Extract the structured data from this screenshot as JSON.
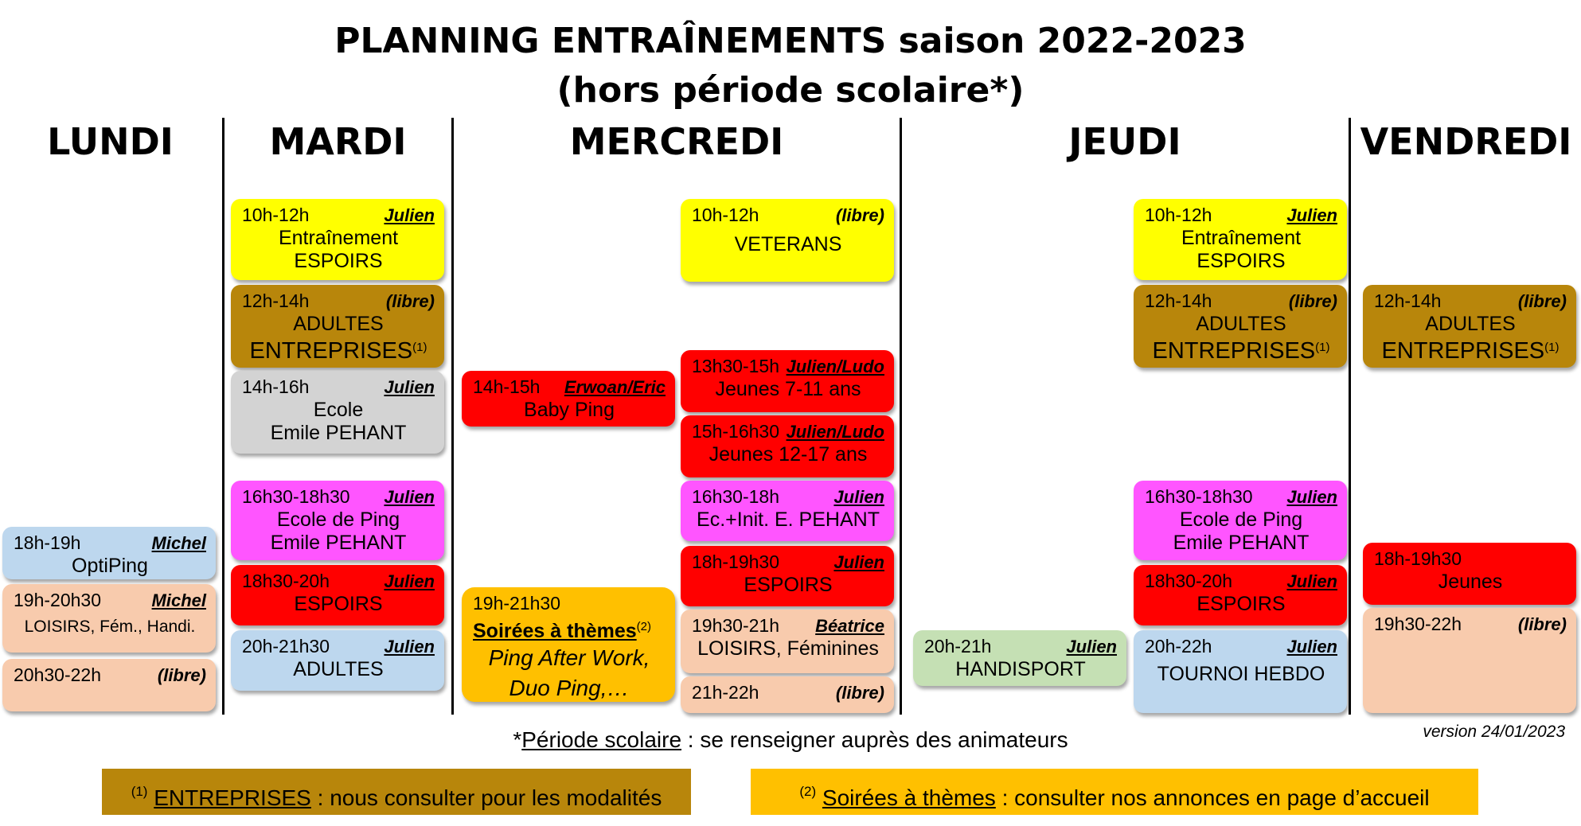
{
  "title": {
    "line1": "PLANNING ENTRAÎNEMENTS saison 2022-2023",
    "line2": "(hors période scolaire*)"
  },
  "days": {
    "mon": "LUNDI",
    "tue": "MARDI",
    "wed": "MERCREDI",
    "thu": "JEUDI",
    "fri": "VENDREDI"
  },
  "slots": {
    "mon_1": {
      "time": "18h-19h",
      "coach": "Michel",
      "text": "OptiPing"
    },
    "mon_2": {
      "time": "19h-20h30",
      "coach": "Michel",
      "text": "LOISIRS, Fém., Handi."
    },
    "mon_3": {
      "time": "20h30-22h",
      "coach": "(libre)"
    },
    "tue_1": {
      "time": "10h-12h",
      "coach": "Julien",
      "line1": "Entraînement",
      "line2": "ESPOIRS"
    },
    "tue_2": {
      "time": "12h-14h",
      "coach": "(libre)",
      "line1": "ADULTES",
      "line2": "ENTREPRISES",
      "sup": "(1)"
    },
    "tue_3": {
      "time": "14h-16h",
      "coach": "Julien",
      "line1": "Ecole",
      "line2": "Emile PEHANT"
    },
    "tue_4": {
      "time": "16h30-18h30",
      "coach": "Julien",
      "line1": "Ecole de Ping",
      "line2": "Emile PEHANT"
    },
    "tue_5": {
      "time": "18h30-20h",
      "coach": "Julien",
      "text": "ESPOIRS"
    },
    "tue_6": {
      "time": "20h-21h30",
      "coach": "Julien",
      "text": "ADULTES"
    },
    "wed_1": {
      "time": "14h-15h",
      "coach": "Erwoan/Eric",
      "text": "Baby Ping"
    },
    "wed_2": {
      "time": "19h-21h30",
      "line1": "Soirées à thèmes",
      "sup": "(2)",
      "line2": "Ping After Work,",
      "line3": "Duo Ping,…"
    },
    "wed_3": {
      "time": "10h-12h",
      "coach": "(libre)",
      "text": "VETERANS"
    },
    "wed_4": {
      "time": "13h30-15h",
      "coach": "Julien/Ludo",
      "text": "Jeunes 7-11 ans"
    },
    "wed_5": {
      "time": "15h-16h30",
      "coach": "Julien/Ludo",
      "text": "Jeunes 12-17 ans"
    },
    "wed_6": {
      "time": "16h30-18h",
      "coach": "Julien",
      "text": "Ec.+Init. E. PEHANT"
    },
    "wed_7": {
      "time": "18h-19h30",
      "coach": "Julien",
      "text": "ESPOIRS"
    },
    "wed_8": {
      "time": "19h30-21h",
      "coach": "Béatrice",
      "text": "LOISIRS, Féminines"
    },
    "wed_9": {
      "time": "21h-22h",
      "coach": "(libre)"
    },
    "thu_1": {
      "time": "20h-21h",
      "coach": "Julien",
      "text": "HANDISPORT"
    },
    "thu_2": {
      "time": "10h-12h",
      "coach": "Julien",
      "line1": "Entraînement",
      "line2": "ESPOIRS"
    },
    "thu_3": {
      "time": "12h-14h",
      "coach": "(libre)",
      "line1": "ADULTES",
      "line2": "ENTREPRISES",
      "sup": "(1)"
    },
    "thu_4": {
      "time": "16h30-18h30",
      "coach": "Julien",
      "line1": "Ecole de Ping",
      "line2": "Emile PEHANT"
    },
    "thu_5": {
      "time": "18h30-20h",
      "coach": "Julien",
      "text": "ESPOIRS"
    },
    "thu_6": {
      "time": "20h-22h",
      "coach": "Julien",
      "text": "TOURNOI HEBDO"
    },
    "fri_1": {
      "time": "12h-14h",
      "coach": "(libre)",
      "line1": "ADULTES",
      "line2": "ENTREPRISES",
      "sup": "(1)"
    },
    "fri_2": {
      "time": "18h-19h30",
      "text": "Jeunes"
    },
    "fri_3": {
      "time": "19h30-22h",
      "coach": "(libre)"
    }
  },
  "note": {
    "star": "*",
    "link": "Période scolaire",
    "rest": " : se renseigner auprès des animateurs"
  },
  "version": "version 24/01/2023",
  "footnote1": {
    "sup": "(1)",
    "link": "ENTREPRISES",
    "rest": " : nous consulter pour les modalités"
  },
  "footnote2": {
    "sup": "(2)",
    "link": "Soirées à thèmes",
    "rest": " : consulter nos annonces en page d’accueil"
  },
  "colors": {
    "yellow": "#ffff00",
    "gold": "#b8860b",
    "grey": "#d3d3d3",
    "pink": "#ff55ff",
    "red": "#ff0000",
    "blue": "#bdd7ee",
    "peach": "#f8cbad",
    "orange": "#ffc000",
    "green": "#c5e0b4"
  }
}
